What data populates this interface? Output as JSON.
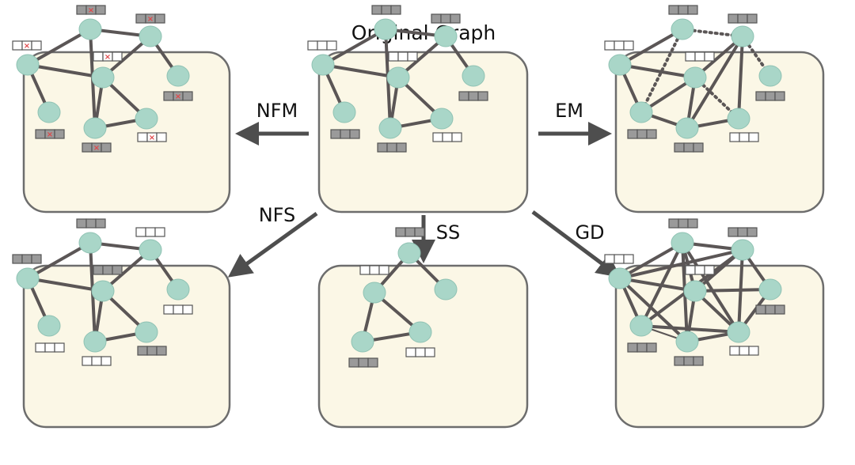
{
  "title": "Original Graph",
  "arrow_labels": {
    "nfm": "NFM",
    "em": "EM",
    "nfs": "NFS",
    "ss": "SS",
    "gd": "GD"
  },
  "colors": {
    "panel_fill": "#fbf7e6",
    "node_fill": "#a9d6c8",
    "edge": "#5b5656",
    "feature_dark": "#9a9a9a",
    "feature_light": "#ffffff",
    "mask_mark": "#e0484a"
  }
}
